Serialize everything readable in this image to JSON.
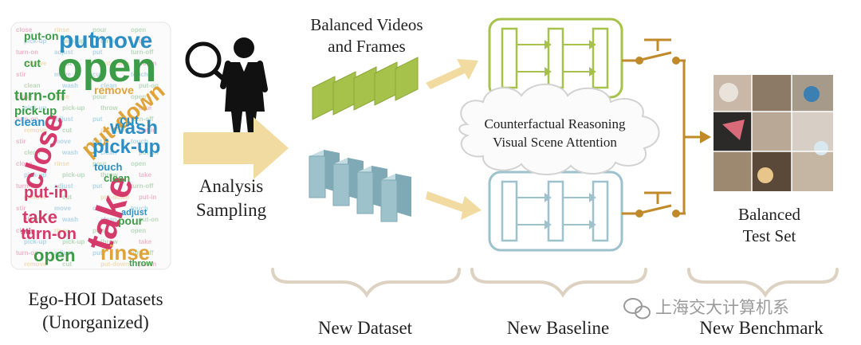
{
  "diagram": {
    "left_caption": [
      "Ego-HOI Datasets",
      "(Unorganized)"
    ],
    "analysis_label": [
      "Analysis",
      "Sampling"
    ],
    "balanced_label": [
      "Balanced Videos",
      "and Frames"
    ],
    "reasoning_label": [
      "Counterfactual Reasoning",
      "Visual Scene Attention"
    ],
    "test_label": [
      "Balanced",
      "Test Set"
    ],
    "bottom_labels": {
      "dataset": "New Dataset",
      "baseline": "New Baseline",
      "benchmark": "New Benchmark"
    },
    "watermark": "上海交大计算机系",
    "word_cloud": [
      {
        "text": "open",
        "color": "#3d9c47"
      },
      {
        "text": "put",
        "color": "#2c8fc4"
      },
      {
        "text": "move",
        "color": "#2c8fc4"
      },
      {
        "text": "close",
        "color": "#d43a6a"
      },
      {
        "text": "take",
        "color": "#d43a6a"
      },
      {
        "text": "put-down",
        "color": "#e0a33a"
      },
      {
        "text": "wash",
        "color": "#2c8fc4"
      },
      {
        "text": "pick-up",
        "color": "#2c8fc4"
      },
      {
        "text": "turn-off",
        "color": "#3d9c47"
      },
      {
        "text": "cut",
        "color": "#2c8fc4"
      },
      {
        "text": "rinse",
        "color": "#e0a33a"
      },
      {
        "text": "turn-on",
        "color": "#d43a6a"
      },
      {
        "text": "put-in",
        "color": "#d43a6a"
      },
      {
        "text": "clean",
        "color": "#2c8fc4"
      },
      {
        "text": "pick-up",
        "color": "#3d9c47"
      },
      {
        "text": "remove",
        "color": "#e0a33a"
      },
      {
        "text": "touch",
        "color": "#2c8fc4"
      },
      {
        "text": "pour",
        "color": "#3d9c47"
      },
      {
        "text": "adjust",
        "color": "#2c8fc4"
      },
      {
        "text": "stir",
        "color": "#d43a6a"
      },
      {
        "text": "put-on",
        "color": "#3d9c47"
      },
      {
        "text": "throw",
        "color": "#3d9c47"
      },
      {
        "text": "cut",
        "color": "#3d9c47"
      },
      {
        "text": "clean",
        "color": "#3d9c47"
      }
    ],
    "colors": {
      "green": "#a6c24a",
      "blue": "#9dc2cc",
      "arrow": "#f2dba0",
      "connector": "#c08a2b",
      "bracket": "#ddd2c2"
    }
  }
}
